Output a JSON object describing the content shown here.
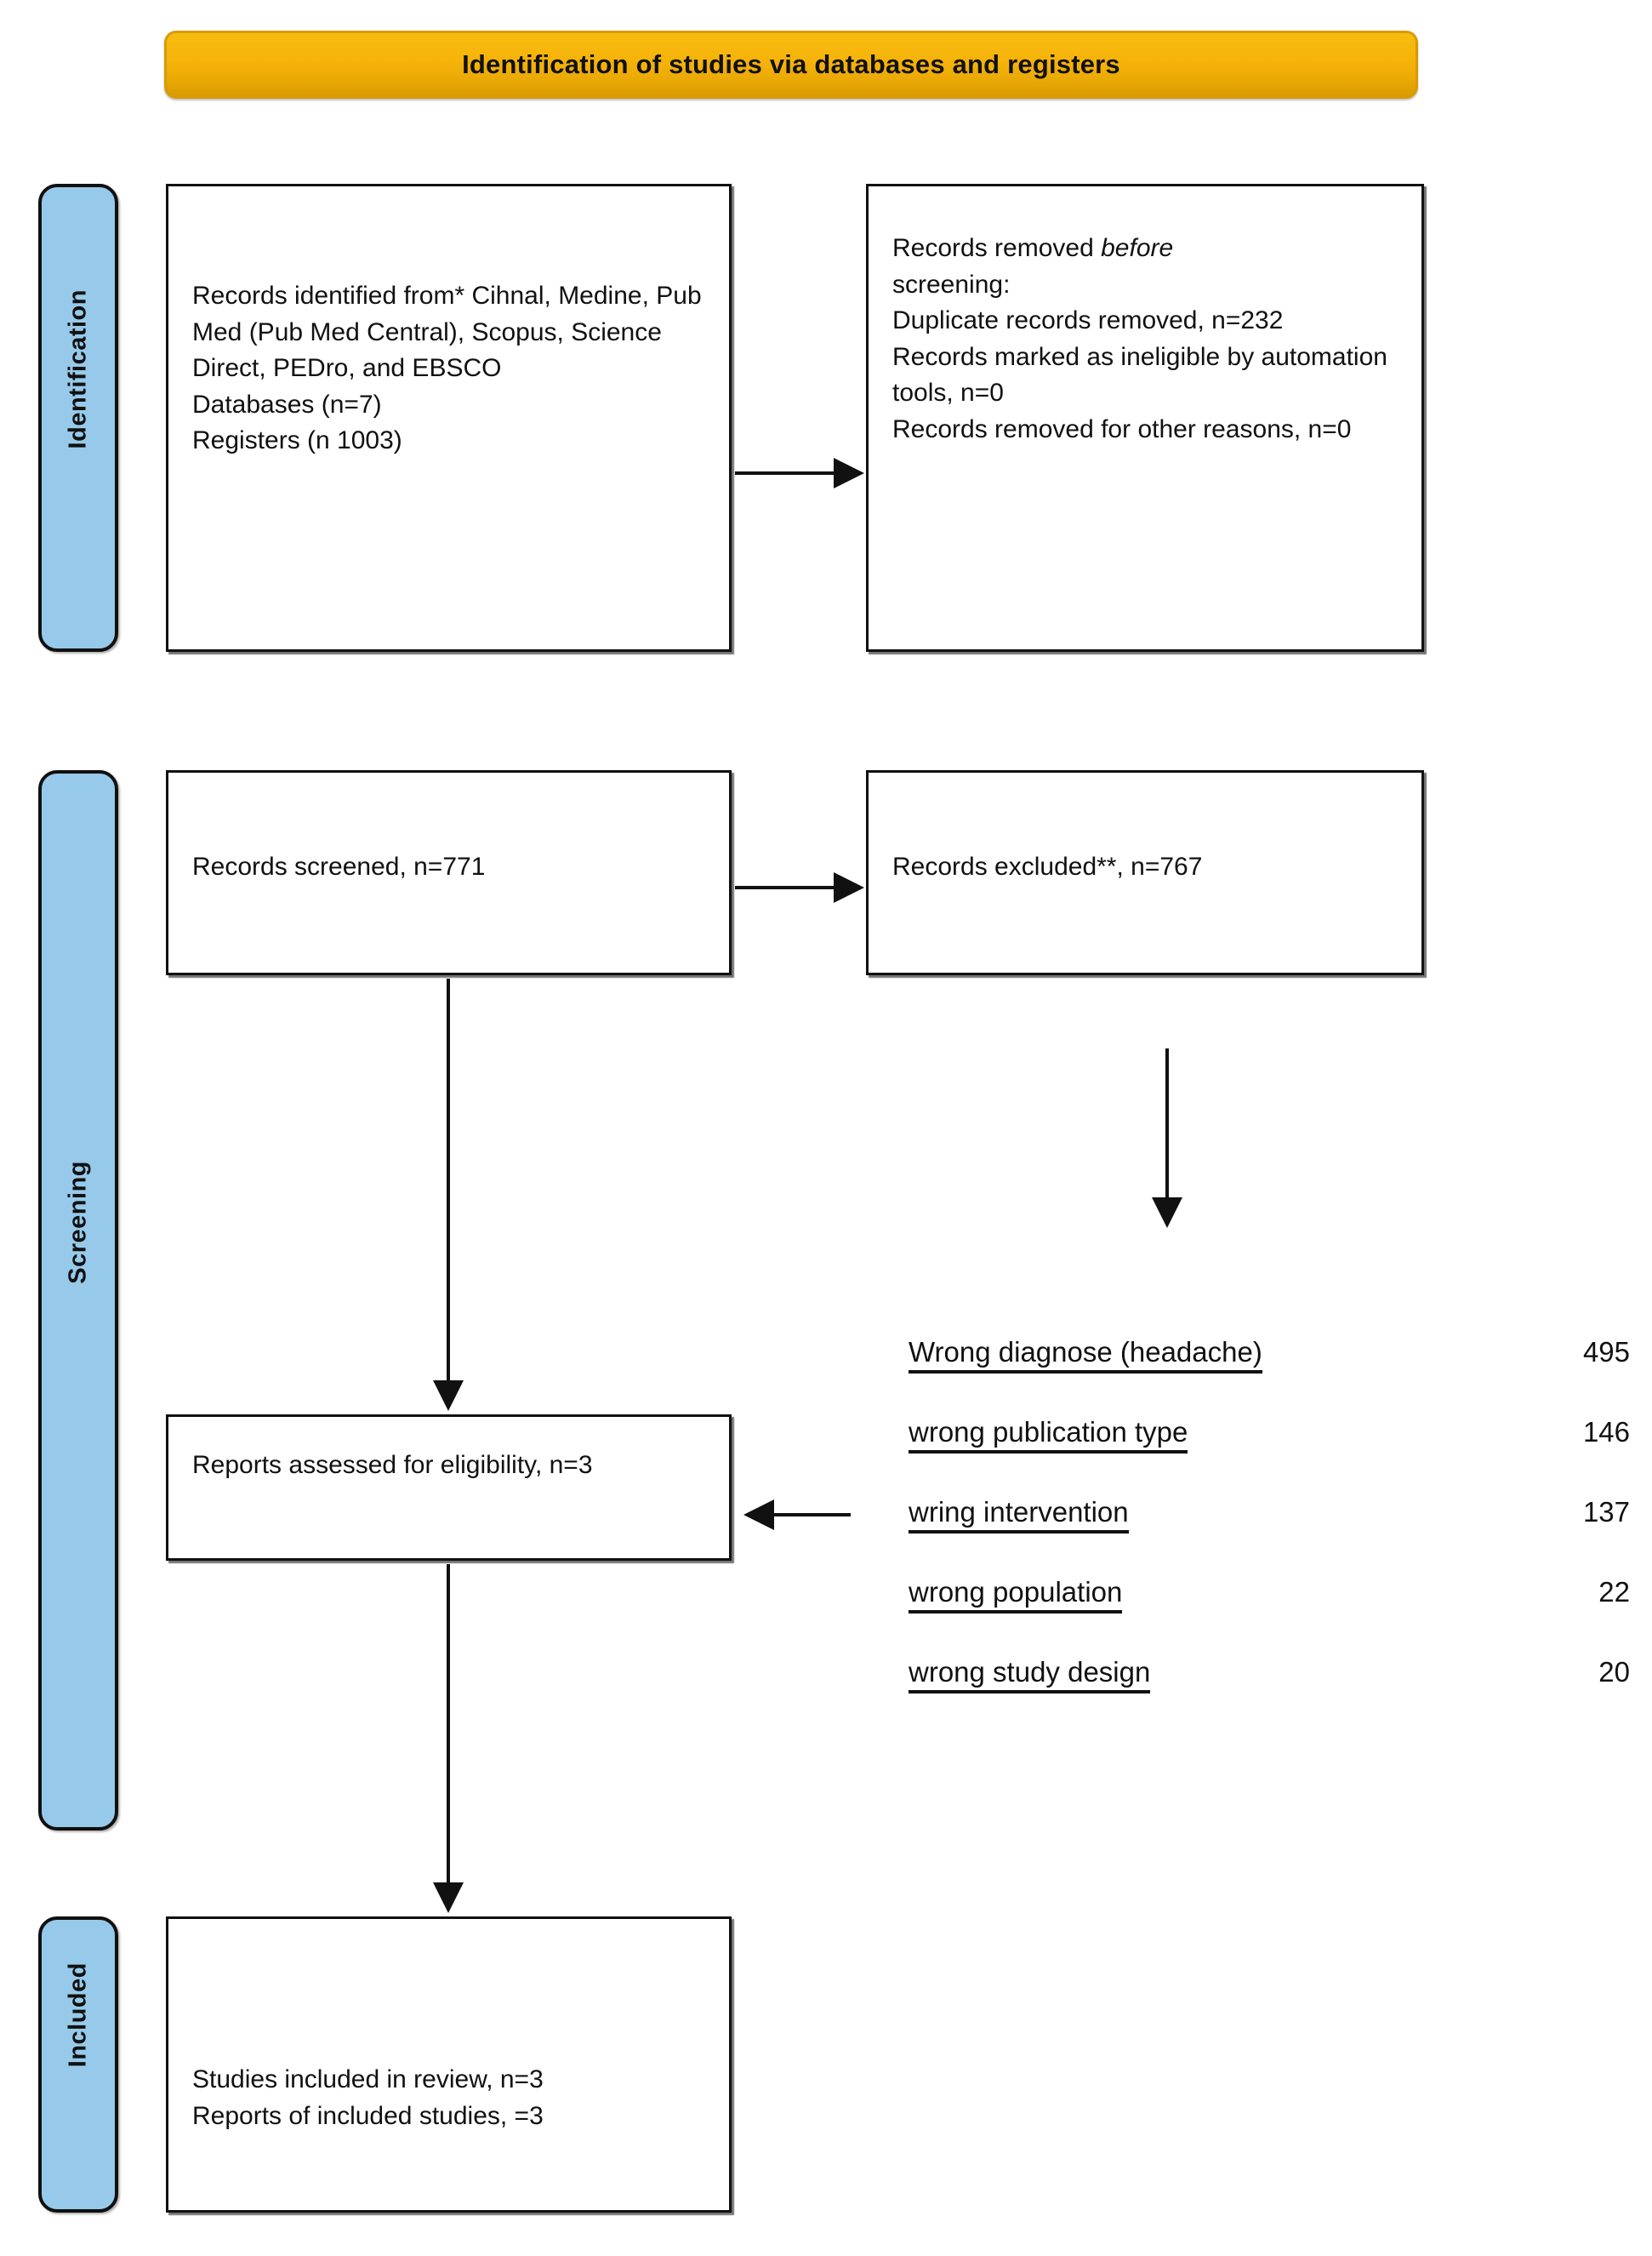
{
  "banner": {
    "title": "Identification of studies via databases and registers"
  },
  "stages": [
    {
      "id": "identification",
      "label": "Identification"
    },
    {
      "id": "screening",
      "label": "Screening"
    },
    {
      "id": "included",
      "label": "Included"
    }
  ],
  "boxes": {
    "identified": {
      "text": "Records identified from* Cihnal, Medine, Pub Med (Pub Med Central), Scopus, Science Direct, PEDro, and EBSCO\nDatabases (n=7)\nRegisters (n 1003)"
    },
    "removed": {
      "line1_before": "Records removed ",
      "line1_italic": "before",
      "rest": "screening:\nDuplicate records removed, n=232\nRecords marked as ineligible by automation tools, n=0\nRecords removed for other reasons, n=0"
    },
    "screened": {
      "text": "Records screened, n=771"
    },
    "excluded": {
      "text": "Records excluded**, n=767"
    },
    "eligibility": {
      "text": "Reports assessed for eligibility, n=3"
    },
    "included": {
      "text": "Studies included in review, n=3\nReports of included studies, =3"
    }
  },
  "exclusion_reasons": [
    {
      "label": "Wrong diagnose (headache)",
      "count": "495"
    },
    {
      "label": "wrong publication type",
      "count": "146"
    },
    {
      "label": "wring intervention",
      "count": "137"
    },
    {
      "label": "wrong population",
      "count": "22"
    },
    {
      "label": "wrong study design",
      "count": "20"
    }
  ],
  "colors": {
    "banner_orange": "#f6b30a",
    "stage_blue": "#97caea",
    "outline": "#111111"
  }
}
